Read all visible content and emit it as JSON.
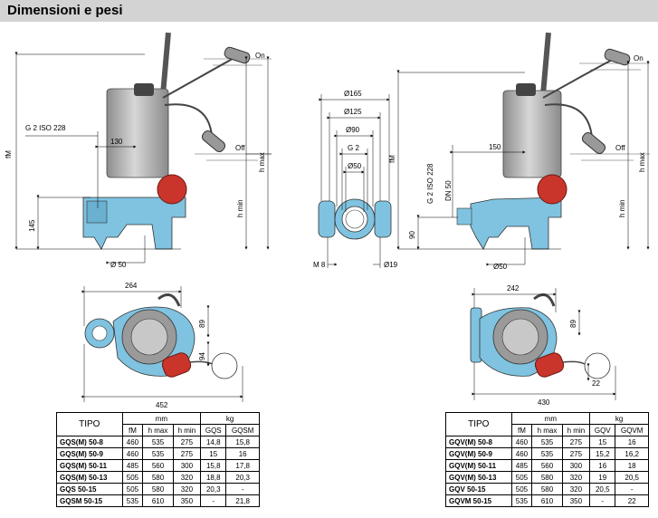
{
  "header": {
    "title": "Dimensioni e pesi"
  },
  "drawing": {
    "gqs_side": {
      "fm": "fM",
      "hmax": "h max",
      "hmin": "h min",
      "on": "On",
      "off": "Off",
      "g2iso": "G 2 ISO 228",
      "d130": "130",
      "d145": "145",
      "d50": "Ø 50"
    },
    "flange": {
      "d165": "Ø165",
      "d125": "Ø125",
      "d90": "Ø90",
      "g2": "G 2",
      "d50": "Ø50",
      "m8": "M 8",
      "d19": "Ø19"
    },
    "gqv_side": {
      "fm": "fM",
      "hmax": "h max",
      "hmin": "h min",
      "on": "On",
      "off": "Off",
      "g2iso": "G 2 ISO 228",
      "dn50": "DN 50",
      "d150": "150",
      "d90": "90",
      "d50": "Ø50"
    },
    "gqs_top": {
      "d264": "264",
      "d452": "452",
      "d89": "89",
      "d94": "94"
    },
    "gqv_top": {
      "d242": "242",
      "d430": "430",
      "d89": "89",
      "d22": "22"
    }
  },
  "table_gqs": {
    "headers": {
      "tipo": "TIPO",
      "mm": "mm",
      "kg": "kg",
      "fm": "fM",
      "hmax": "h max",
      "hmin": "h min",
      "m1": "GQS",
      "m2": "GQSM"
    },
    "rows": [
      {
        "tipo": "GQS(M) 50-8",
        "fm": "460",
        "hmax": "535",
        "hmin": "275",
        "m1": "14,8",
        "m2": "15,8"
      },
      {
        "tipo": "GQS(M) 50-9",
        "fm": "460",
        "hmax": "535",
        "hmin": "275",
        "m1": "15",
        "m2": "16"
      },
      {
        "tipo": "GQS(M) 50-11",
        "fm": "485",
        "hmax": "560",
        "hmin": "300",
        "m1": "15,8",
        "m2": "17,8"
      },
      {
        "tipo": "GQS(M) 50-13",
        "fm": "505",
        "hmax": "580",
        "hmin": "320",
        "m1": "18,8",
        "m2": "20,3"
      },
      {
        "tipo": "GQS 50-15",
        "fm": "505",
        "hmax": "580",
        "hmin": "320",
        "m1": "20,3",
        "m2": "-"
      },
      {
        "tipo": "GQSM 50-15",
        "fm": "535",
        "hmax": "610",
        "hmin": "350",
        "m1": "-",
        "m2": "21,8"
      }
    ]
  },
  "table_gqv": {
    "headers": {
      "tipo": "TIPO",
      "mm": "mm",
      "kg": "kg",
      "fm": "fM",
      "hmax": "h max",
      "hmin": "h min",
      "m1": "GQV",
      "m2": "GQVM"
    },
    "rows": [
      {
        "tipo": "GQV(M) 50-8",
        "fm": "460",
        "hmax": "535",
        "hmin": "275",
        "m1": "15",
        "m2": "16"
      },
      {
        "tipo": "GQV(M) 50-9",
        "fm": "460",
        "hmax": "535",
        "hmin": "275",
        "m1": "15,2",
        "m2": "16,2"
      },
      {
        "tipo": "GQV(M) 50-11",
        "fm": "485",
        "hmax": "560",
        "hmin": "300",
        "m1": "16",
        "m2": "18"
      },
      {
        "tipo": "GQV(M) 50-13",
        "fm": "505",
        "hmax": "580",
        "hmin": "320",
        "m1": "19",
        "m2": "20,5"
      },
      {
        "tipo": "GQV 50-15",
        "fm": "505",
        "hmax": "580",
        "hmin": "320",
        "m1": "20,5",
        "m2": "-"
      },
      {
        "tipo": "GQVM 50-15",
        "fm": "535",
        "hmax": "610",
        "hmin": "350",
        "m1": "-",
        "m2": "22"
      }
    ]
  },
  "colors": {
    "header_bg": "#d3d3d3",
    "pump_body": "#b5b5b5",
    "base_blue": "#7fc3e0",
    "float_red": "#c9352b"
  }
}
